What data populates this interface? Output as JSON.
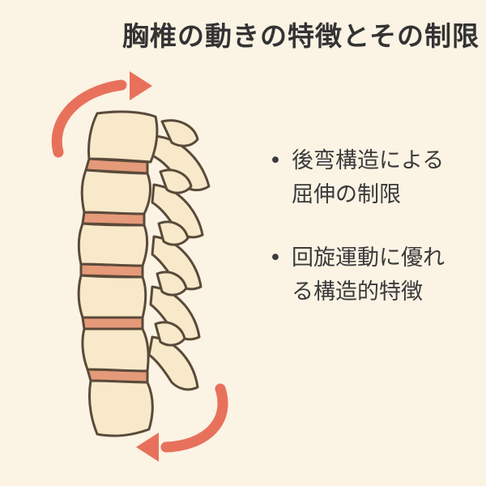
{
  "title": "胸椎の動きの特徴とその制限",
  "bullets": [
    {
      "marker": "•",
      "line1": "後弯構造による",
      "line2": "屈伸の制限"
    },
    {
      "marker": "•",
      "line1": "回旋運動に優れ",
      "line2": "る構造的特徴"
    }
  ],
  "colors": {
    "background": "#fbf3e4",
    "bone_fill": "#f7e9c9",
    "bone_outline": "#5a4a3a",
    "disc_fill": "#e59a7a",
    "arrow": "#e8715c"
  },
  "icons": {
    "top_arrow": "curved-arrow-right-icon",
    "bottom_arrow": "curved-arrow-left-icon"
  }
}
